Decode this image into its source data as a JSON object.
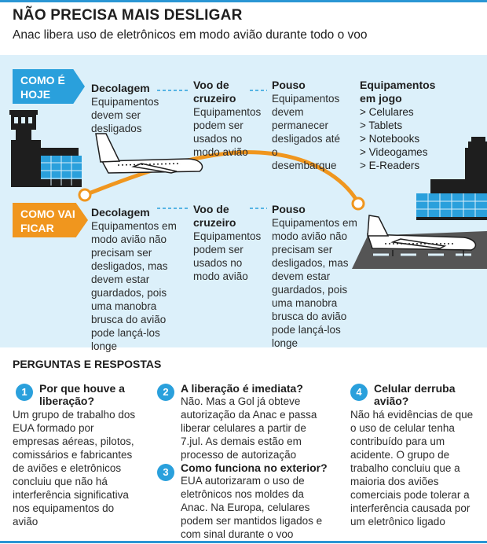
{
  "title": "NÃO PRECISA MAIS DESLIGAR",
  "subtitle": "Anac libera uso de eletrônicos em modo avião durante todo o voo",
  "tags": {
    "hoje": "COMO É HOJE",
    "vai_ficar": "COMO VAI FICAR"
  },
  "hoje": [
    {
      "label": "Decolagem",
      "text": "Equipamentos devem ser desligados"
    },
    {
      "label": "Voo de cruzeiro",
      "text": "Equipamentos podem ser usados no modo avião"
    },
    {
      "label": "Pouso",
      "text": "Equipamentos devem permanecer desligados até o desembarque"
    }
  ],
  "vai_ficar": [
    {
      "label": "Decolagem",
      "text": "Equipamentos em modo avião não precisam ser desligados, mas devem estar guardados, pois uma manobra brusca do avião pode lançá-los longe"
    },
    {
      "label": "Voo de cruzeiro",
      "text": "Equipamentos podem ser usados no modo avião"
    },
    {
      "label": "Pouso",
      "text": "Equipamentos em modo avião não precisam ser desligados, mas devem estar guardados, pois uma manobra brusca do avião pode lançá-los longe"
    }
  ],
  "equipamentos": {
    "title": "Equipamentos em jogo",
    "items": [
      "Celulares",
      "Tablets",
      "Notebooks",
      "Videogames",
      "E-Readers"
    ]
  },
  "perguntas": {
    "title": "PERGUNTAS E RESPOSTAS",
    "items": [
      {
        "num": "1",
        "q": "Por que houve a liberação?",
        "a": "Um grupo de trabalho dos EUA formado por empresas aéreas, pilotos, comissários e fabricantes de aviões e eletrônicos concluiu que não há interferência significativa nos equipamentos do avião"
      },
      {
        "num": "2",
        "q": "A liberação é imediata?",
        "a": "Não. Mas a Gol já obteve autorização da Anac e passa liberar celulares a partir de 7.jul. As demais estão em processo de autorização"
      },
      {
        "num": "3",
        "q": "Como funciona no exterior?",
        "a": "EUA autorizaram o uso de eletrônicos nos moldes da Anac. Na Europa, celulares podem ser mantidos ligados e com sinal durante o voo"
      },
      {
        "num": "4",
        "q": "Celular derruba avião?",
        "a": "Não há evidências de que o uso de celular tenha contribuído para um acidente. O grupo de trabalho concluiu que a maioria dos aviões comerciais pode tolerar a interferência causada por um eletrônico ligado"
      }
    ]
  },
  "colors": {
    "accent_blue": "#2aa0dc",
    "accent_orange": "#f0961e",
    "band": "#dcf0fa"
  }
}
